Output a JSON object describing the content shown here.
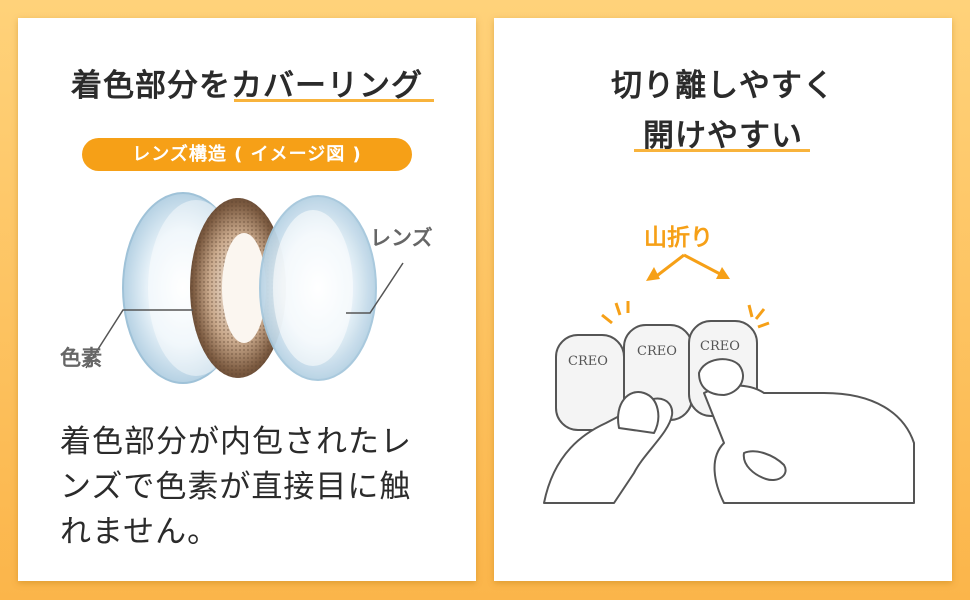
{
  "left_panel": {
    "title": "着色部分をカバーリング",
    "pill_label": "レンズ構造 ( イメージ図 )",
    "label_lens": "レンズ",
    "label_pigment": "色素",
    "body_lines": [
      "着色部分が内包されたレ",
      "ンズで色素が直接目に触",
      "れません。"
    ]
  },
  "right_panel": {
    "title_line1": "切り離しやすく",
    "title_line2": "開けやすい",
    "fold_label": "山折り",
    "package_brand": "CREO"
  },
  "colors": {
    "accent": "#f6a017",
    "underline": "#f8b33c",
    "background": "#fbb54a",
    "lens_blue": "#bcd8ea",
    "pigment_brown": "#8b6a4f"
  }
}
